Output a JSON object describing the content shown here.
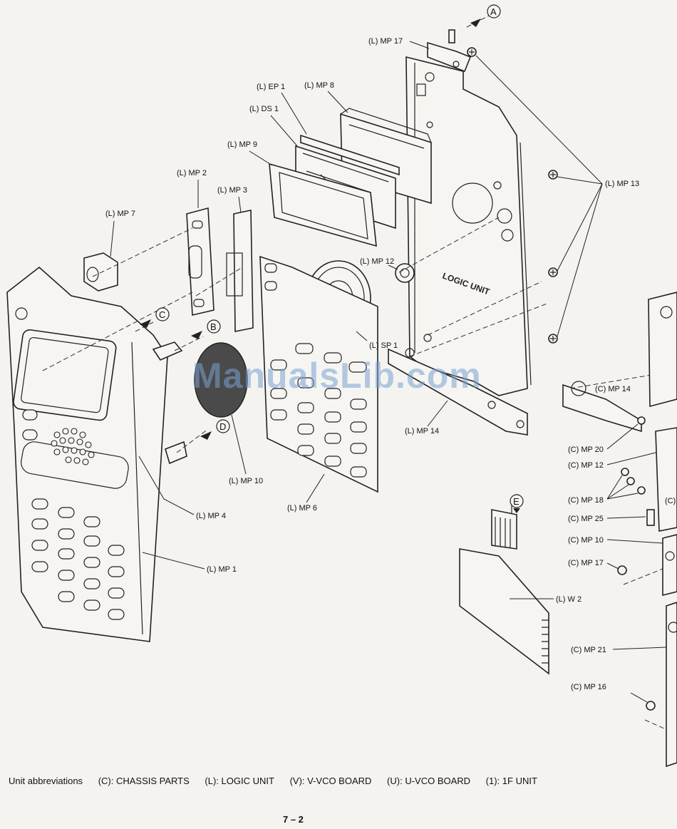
{
  "diagram": {
    "part_labels": {
      "l_mp17": "(L) MP 17",
      "l_ep1": "(L) EP 1",
      "l_mp8": "(L) MP 8",
      "l_ds1": "(L) DS 1",
      "l_mp9": "(L) MP 9",
      "l_mp2": "(L) MP 2",
      "l_mp3": "(L) MP 3",
      "l_mp7": "(L) MP 7",
      "l_mp13": "(L) MP 13",
      "l_mp12": "(L) MP 12",
      "l_sp1": "(L) SP 1",
      "l_mp14": "(L) MP 14",
      "l_mp10": "(L) MP 10",
      "l_mp6": "(L) MP 6",
      "l_mp4": "(L) MP 4",
      "l_mp1": "(L) MP 1",
      "l_w2": "(L) W 2",
      "c_mp14": "(C) MP 14",
      "c_mp20": "(C) MP 20",
      "c_mp12": "(C) MP 12",
      "c_mp18": "(C) MP 18",
      "c_partial": "(C)",
      "c_mp25": "(C) MP 25",
      "c_mp10": "(C) MP 10",
      "c_mp17": "(C) MP 17",
      "c_mp21": "(C) MP 21",
      "c_mp16": "(C) MP 16"
    },
    "connector_marks": {
      "a": "A",
      "b": "B",
      "c": "C",
      "d": "D",
      "e": "E"
    },
    "board_text": "LOGIC UNIT",
    "watermark": "ManualsLib.com"
  },
  "footer": {
    "title": "Unit abbreviations",
    "items": [
      "(C):  CHASSIS PARTS",
      "(L): LOGIC UNIT",
      "(V): V-VCO BOARD",
      "(U): U-VCO BOARD",
      "(1): 1F UNIT"
    ]
  },
  "page_number": "7 – 2"
}
